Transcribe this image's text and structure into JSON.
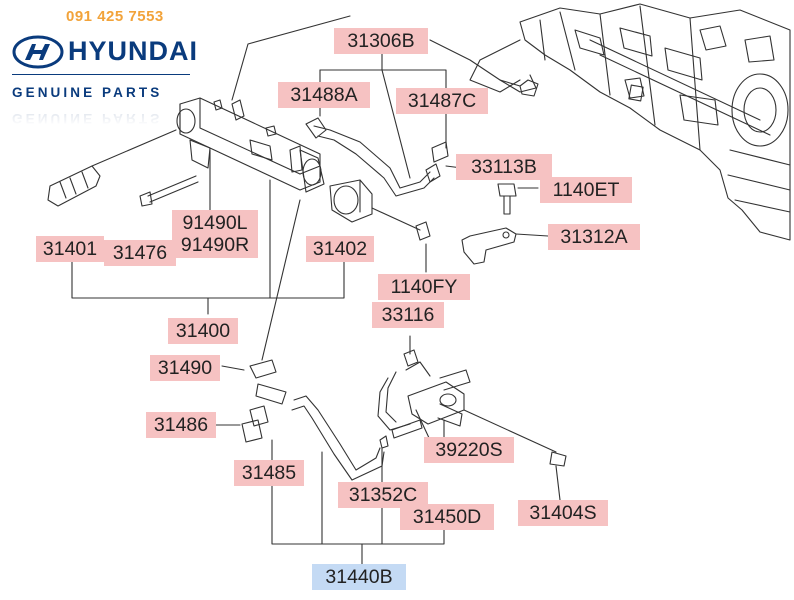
{
  "brand": {
    "phone": "091 425 7553",
    "wordmark": "HYUNDAI",
    "tagline": "GENUINE PARTS"
  },
  "colors": {
    "phone": "#f2a33a",
    "brand_blue": "#0a3b7d",
    "callout_pink": "#f6c2c2",
    "callout_blue": "#c4daf4",
    "line": "#333333"
  },
  "icons": [
    "hyundai-logo-icon"
  ],
  "parts": {
    "p31306B": "31306B",
    "p31488A": "31488A",
    "p31487C": "31487C",
    "p33113B": "33113B",
    "p1140ET": "1140ET",
    "p31312A": "31312A",
    "p31401": "31401",
    "p31476": "31476",
    "p91490L": "91490L",
    "p91490R": "91490R",
    "p31402": "31402",
    "p1140FY": "1140FY",
    "p31400": "31400",
    "p33116": "33116",
    "p31490": "31490",
    "p31486": "31486",
    "p39220S": "39220S",
    "p31485": "31485",
    "p31352C": "31352C",
    "p31450D": "31450D",
    "p31404S": "31404S",
    "p31440B": "31440B"
  }
}
